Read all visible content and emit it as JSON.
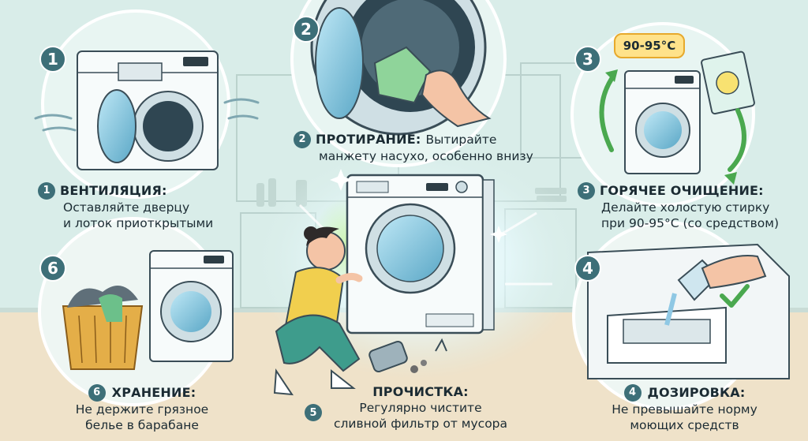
{
  "badge": {
    "temperature": "90-95°C"
  },
  "tips": [
    {
      "num": "1",
      "title": "ВЕНТИЛЯЦИЯ:",
      "line1": "Оставляйте дверцу",
      "line2": "и лоток приоткрытыми"
    },
    {
      "num": "2",
      "title": "ПРОТИРАНИЕ:",
      "inline": "Вытирайте",
      "line2": "манжету насухо, особенно внизу"
    },
    {
      "num": "3",
      "title": "ГОРЯЧЕЕ ОЧИЩЕНИЕ:",
      "line1": "Делайте холостую стирку",
      "line2": "при 90-95°C (со средством)"
    },
    {
      "num": "4",
      "title": "ДОЗИРОВКА:",
      "line1": "Не превышайте норму",
      "line2": "моющих средств"
    },
    {
      "num": "5",
      "title": "ПРОЧИСТКА:",
      "line1": "Регулярно чистите",
      "line2": "сливной фильтр от мусора"
    },
    {
      "num": "6",
      "title": "ХРАНЕНИЕ:",
      "line1": "Не держите грязное",
      "line2": "белье в барабане"
    }
  ],
  "colors": {
    "accent": "#3d6f78",
    "background": "#d9ede9",
    "floor": "#efe2c9",
    "text": "#1b2b33",
    "badge": "#ffe28a",
    "check": "#4aa84f"
  },
  "icons": [
    "sparkle-icon",
    "check-icon",
    "cycle-arrow-icon",
    "wind-icon",
    "lemon-icon"
  ]
}
